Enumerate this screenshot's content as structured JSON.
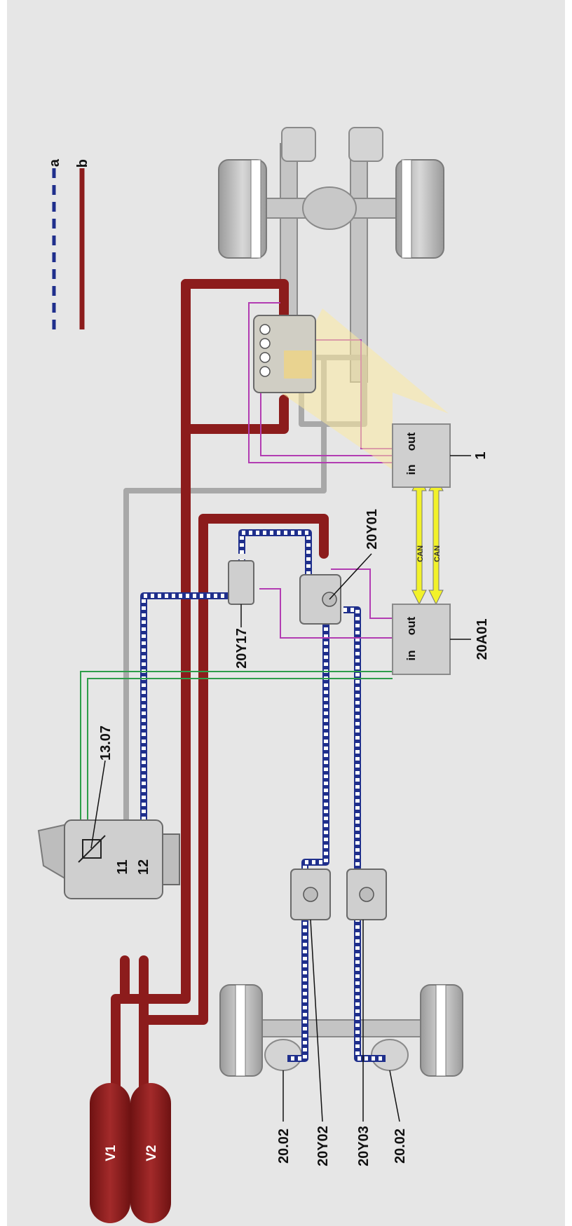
{
  "legend": [
    {
      "key": "a",
      "style": "dashed",
      "color": "#1f2f8c"
    },
    {
      "key": "b",
      "style": "solid",
      "color": "#8c1c1c"
    }
  ],
  "tanks": [
    {
      "id": "V1",
      "label": "V1",
      "color": "#8c1c1c"
    },
    {
      "id": "V2",
      "label": "V2",
      "color": "#8c1c1c"
    }
  ],
  "foot_valve": {
    "label": "13.07",
    "port_11": "11",
    "port_12": "12"
  },
  "ecu_front": {
    "label": "20A01",
    "in": "in",
    "out": "out"
  },
  "ecu_rear": {
    "label": "1",
    "in": "in",
    "out": "out"
  },
  "can_bus": {
    "lines": [
      "CAN",
      "CAN"
    ],
    "color": "#f2f22a"
  },
  "component_labels": {
    "y17": "20Y17",
    "y01": "20Y01",
    "y02": "20Y02",
    "y03": "20Y03",
    "chamber_left": "20.02",
    "chamber_right": "20.02"
  },
  "colors": {
    "pressure_line": "#8c1c1c",
    "control_line": "#1f2f8c",
    "signal_line": "#b23cb2",
    "sensor_line": "#2e9e4a",
    "pipe_gray": "#a8a8a8"
  }
}
